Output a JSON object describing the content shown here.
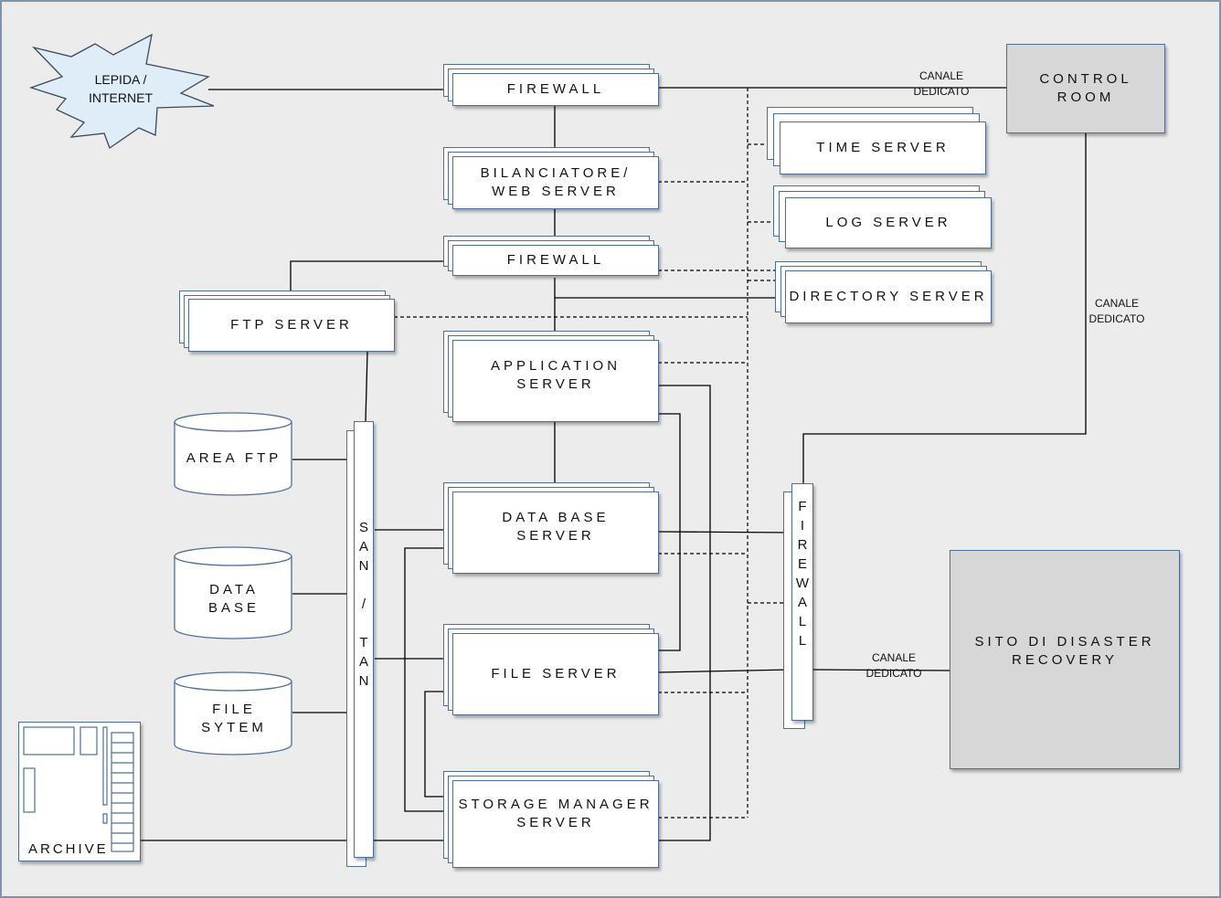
{
  "nodes": {
    "lepida": "LEPIDA /\nINTERNET",
    "firewall_top": "FIREWALL",
    "bilanciatore": "BILANCIATORE/\nWEB SERVER",
    "firewall_mid": "FIREWALL",
    "ftp_server": "FTP SERVER",
    "application_server": "APPLICATION\nSERVER",
    "database_server": "DATA BASE\nSERVER",
    "file_server": "FILE SERVER",
    "storage_manager": "STORAGE MANAGER\nSERVER",
    "time_server": "TIME SERVER",
    "log_server": "LOG SERVER",
    "directory_server": "DIRECTORY SERVER",
    "control_room": "CONTROL\nROOM",
    "disaster_recovery": "SITO DI DISASTER\nRECOVERY",
    "area_ftp": "AREA FTP",
    "data_base": "DATA\nBASE",
    "file_system": "FILE\nSYTEM",
    "archive": "ARCHIVE",
    "san_tan": "S\nA\nN\n\n/\n\nT\nA\nN",
    "firewall_vertical": "F\nI\nR\nE\nW\nA\nL\nL"
  },
  "links": {
    "canale_top": "CANALE\nDEDICATO",
    "canale_right": "CANALE\nDEDICATO",
    "canale_bottom": "CANALE\nDEDICATO"
  },
  "colors": {
    "border": "#4d6f96",
    "burst_fill": "#deedf8",
    "gray_box": "#d7d7d7",
    "background": "#ececec"
  }
}
